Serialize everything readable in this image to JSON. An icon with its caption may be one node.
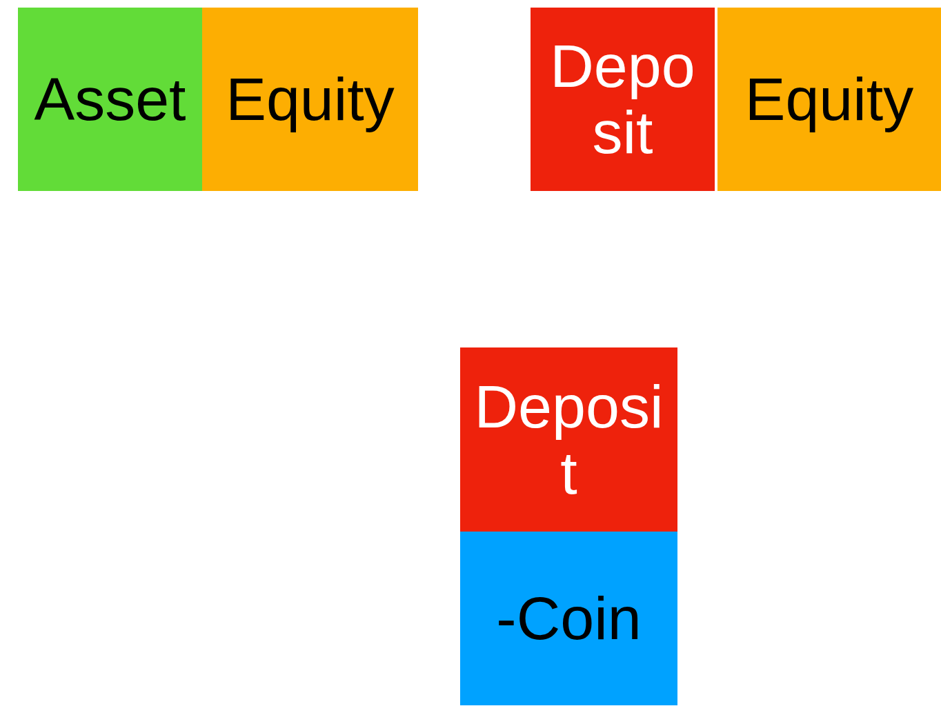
{
  "diagram": {
    "nodes": [
      {
        "text": [
          "Asset"
        ]
      },
      {
        "text": [
          "Equity"
        ]
      },
      {
        "text": [
          "Deposit"
        ]
      },
      {
        "text": [
          "Equity"
        ]
      },
      {
        "text": [
          "Deposit"
        ]
      },
      {
        "text": [
          "-Coin"
        ]
      }
    ]
  }
}
